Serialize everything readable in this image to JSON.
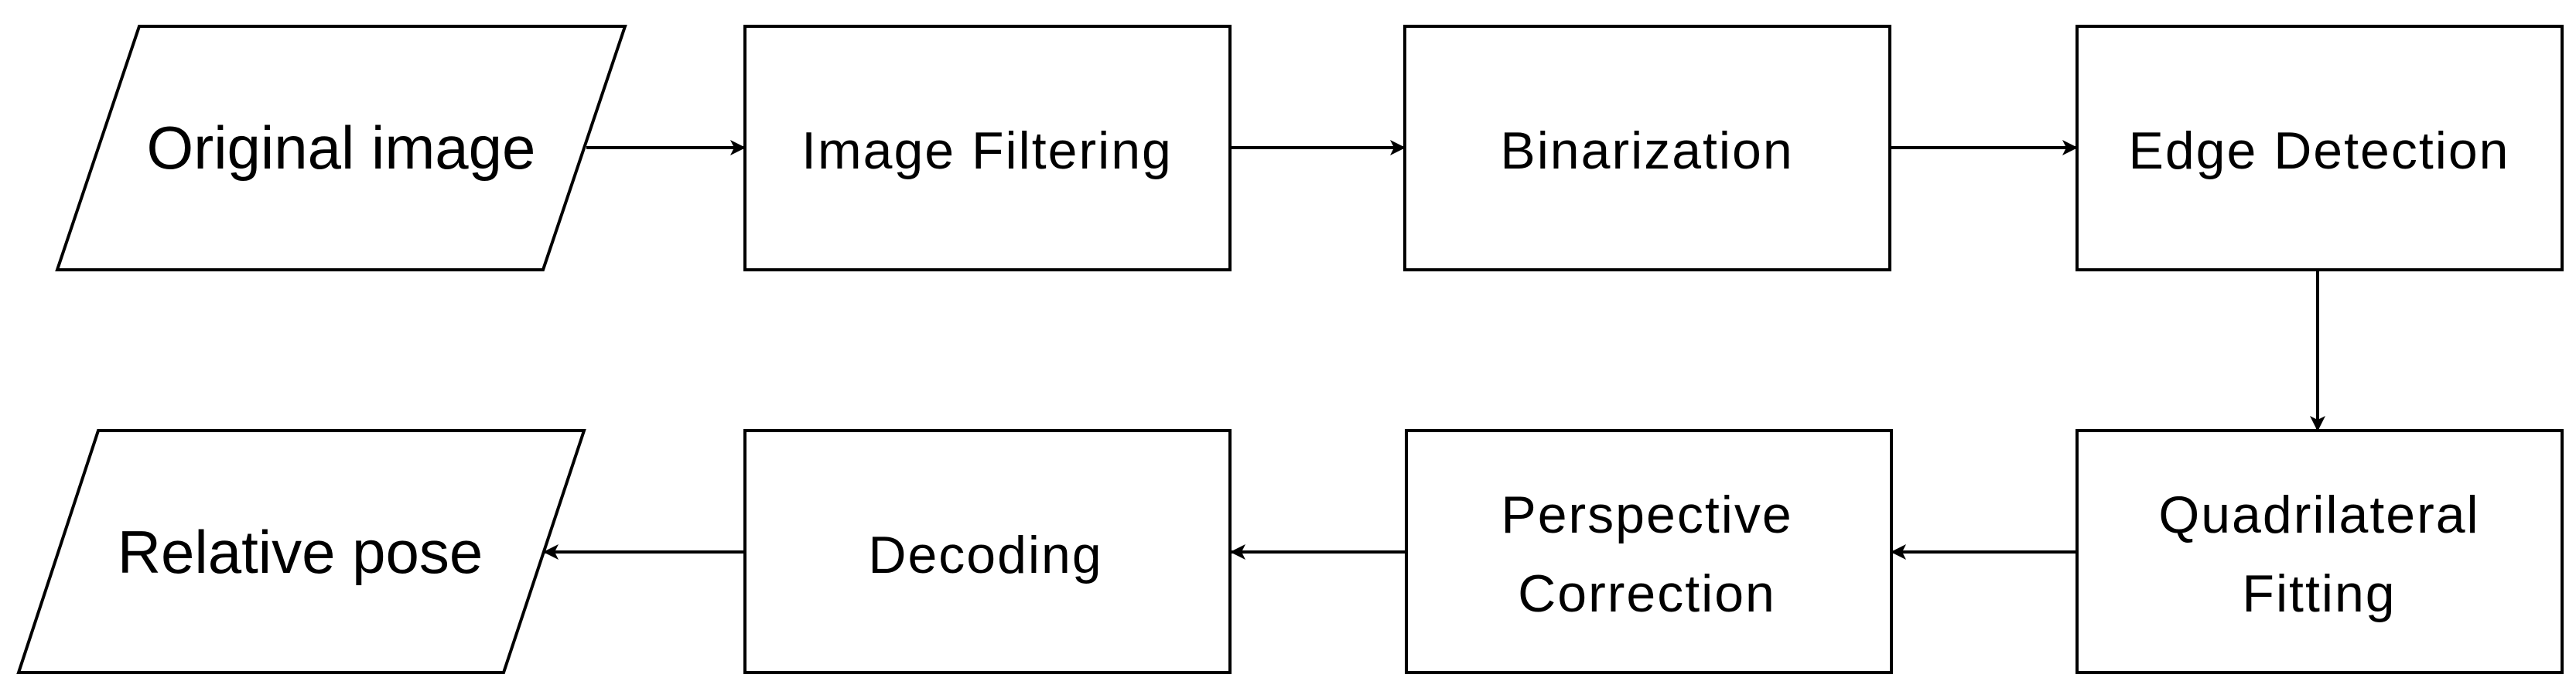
{
  "diagram": {
    "type": "flowchart",
    "colors": {
      "stroke": "#000000",
      "fill": "#ffffff",
      "text": "#000000"
    },
    "nodes": {
      "original_image": {
        "shape": "parallelogram",
        "lines": [
          "Original image"
        ]
      },
      "image_filtering": {
        "shape": "rectangle",
        "lines": [
          "Image Filtering"
        ]
      },
      "binarization": {
        "shape": "rectangle",
        "lines": [
          "Binarization"
        ]
      },
      "edge_detection": {
        "shape": "rectangle",
        "lines": [
          "Edge Detection"
        ]
      },
      "quadrilateral_fitting": {
        "shape": "rectangle",
        "lines": [
          "Quadrilateral",
          "Fitting"
        ]
      },
      "perspective_correction": {
        "shape": "rectangle",
        "lines": [
          "Perspective",
          "Correction"
        ]
      },
      "decoding": {
        "shape": "rectangle",
        "lines": [
          "Decoding"
        ]
      },
      "relative_pose": {
        "shape": "parallelogram",
        "lines": [
          "Relative pose"
        ]
      }
    },
    "edges": [
      {
        "from": "original_image",
        "to": "image_filtering"
      },
      {
        "from": "image_filtering",
        "to": "binarization"
      },
      {
        "from": "binarization",
        "to": "edge_detection"
      },
      {
        "from": "edge_detection",
        "to": "quadrilateral_fitting"
      },
      {
        "from": "quadrilateral_fitting",
        "to": "perspective_correction"
      },
      {
        "from": "perspective_correction",
        "to": "decoding"
      },
      {
        "from": "decoding",
        "to": "relative_pose"
      }
    ]
  }
}
